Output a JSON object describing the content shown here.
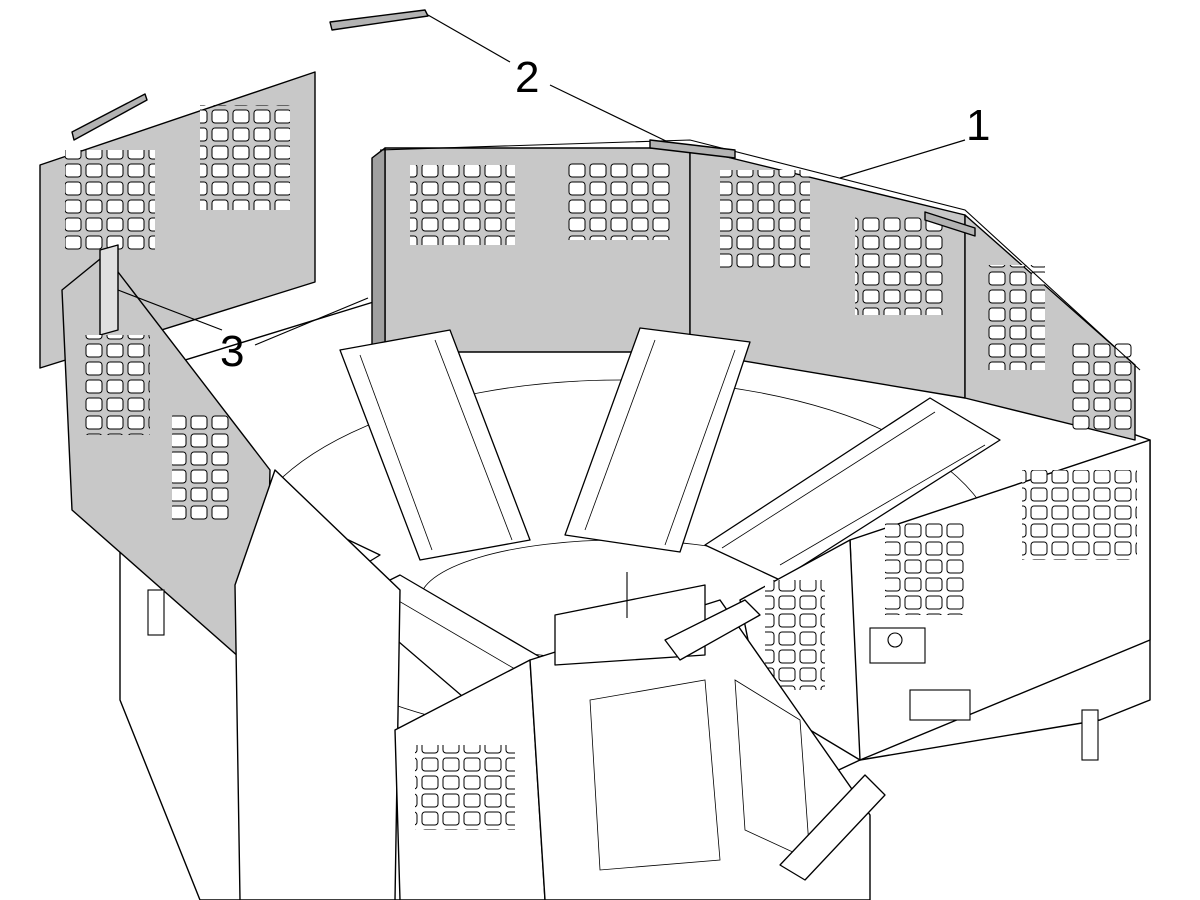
{
  "diagram": {
    "callouts": [
      {
        "id": "1",
        "label": "1"
      },
      {
        "id": "2",
        "label": "2"
      },
      {
        "id": "3",
        "label": "3"
      }
    ],
    "colors": {
      "line": "#000000",
      "panel_fill": "#c8c8c8",
      "cap_fill": "#b3b3b3",
      "background": "#ffffff"
    }
  }
}
